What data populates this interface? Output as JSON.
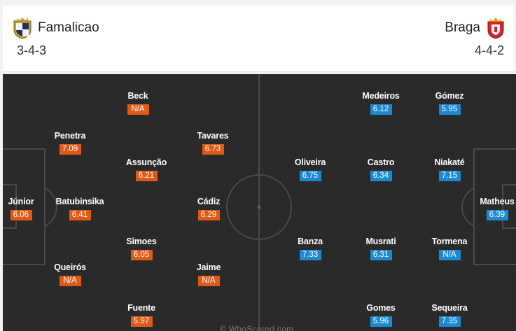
{
  "home": {
    "name": "Famalicao",
    "formation": "3-4-3",
    "players": [
      {
        "name": "Júnior",
        "rating": "6.06"
      },
      {
        "name": "Penetra",
        "rating": "7.09"
      },
      {
        "name": "Batubinsika",
        "rating": "6.41"
      },
      {
        "name": "Queirós",
        "rating": "N/A"
      },
      {
        "name": "Beck",
        "rating": "N/A"
      },
      {
        "name": "Assunção",
        "rating": "6.21"
      },
      {
        "name": "Simoes",
        "rating": "6.05"
      },
      {
        "name": "Fuente",
        "rating": "5.97"
      },
      {
        "name": "Tavares",
        "rating": "6.73"
      },
      {
        "name": "Cádiz",
        "rating": "6.29"
      },
      {
        "name": "Jaime",
        "rating": "N/A"
      }
    ]
  },
  "away": {
    "name": "Braga",
    "formation": "4-4-2",
    "players": [
      {
        "name": "Matheus",
        "rating": "6.39"
      },
      {
        "name": "Gómez",
        "rating": "5.95"
      },
      {
        "name": "Niakaté",
        "rating": "7.15"
      },
      {
        "name": "Tormena",
        "rating": "N/A"
      },
      {
        "name": "Sequeira",
        "rating": "7.35"
      },
      {
        "name": "Medeiros",
        "rating": "6.12"
      },
      {
        "name": "Castro",
        "rating": "6.34"
      },
      {
        "name": "Musrati",
        "rating": "6.31"
      },
      {
        "name": "Gomes",
        "rating": "5.96"
      },
      {
        "name": "Oliveira",
        "rating": "6.75"
      },
      {
        "name": "Banza",
        "rating": "7.33"
      }
    ]
  },
  "watermark": "© WhoScored.com",
  "colors": {
    "home_rating": "#e05a17",
    "away_rating": "#1c89d3",
    "pitch": "#2a2a2a",
    "lines": "#4a4a4a"
  },
  "icons": {
    "home_crest": "famalicao-crest-icon",
    "away_crest": "braga-crest-icon"
  }
}
